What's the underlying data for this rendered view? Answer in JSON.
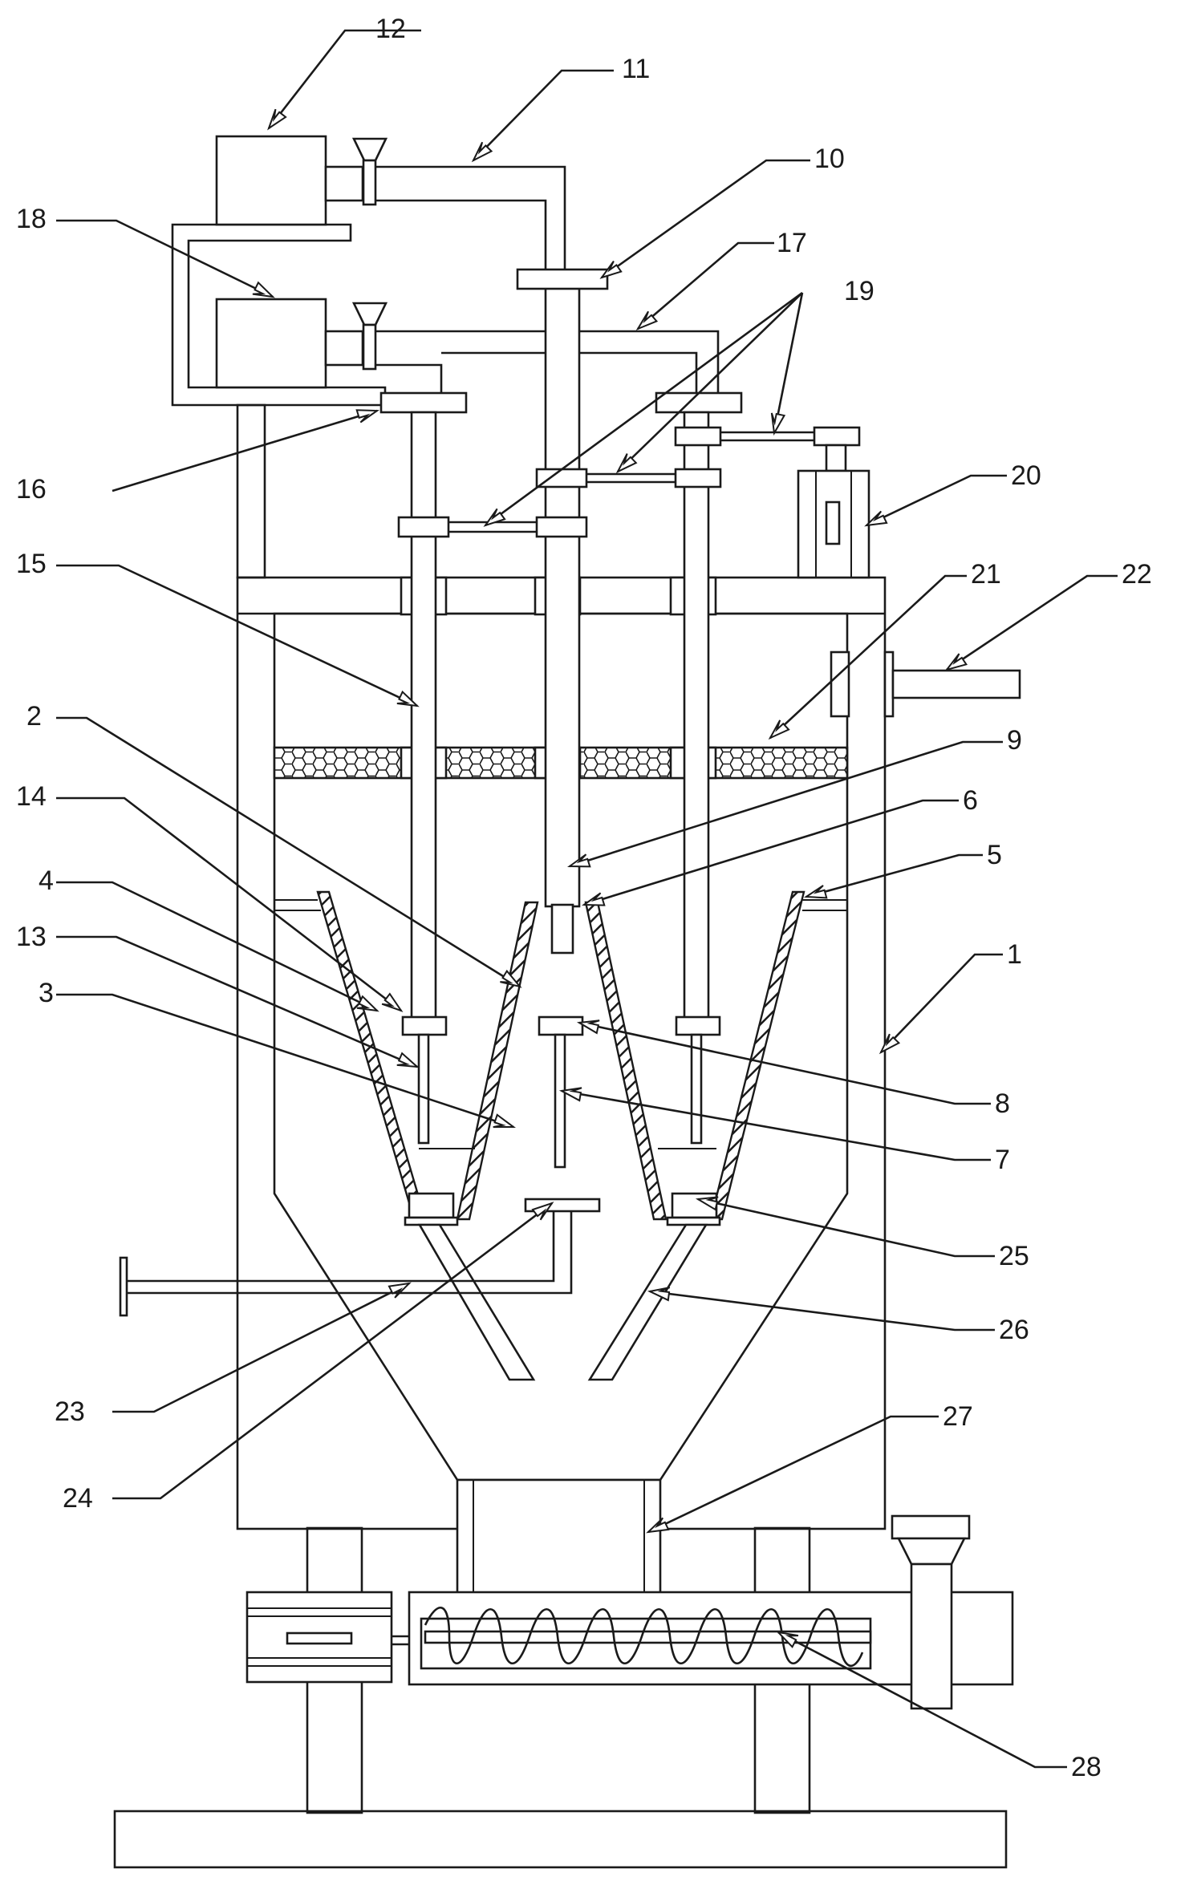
{
  "diagram": {
    "labels": [
      {
        "id": "1",
        "text": "1"
      },
      {
        "id": "2",
        "text": "2"
      },
      {
        "id": "3",
        "text": "3"
      },
      {
        "id": "4",
        "text": "4"
      },
      {
        "id": "5",
        "text": "5"
      },
      {
        "id": "6",
        "text": "6"
      },
      {
        "id": "7",
        "text": "7"
      },
      {
        "id": "8",
        "text": "8"
      },
      {
        "id": "9",
        "text": "9"
      },
      {
        "id": "10",
        "text": "10"
      },
      {
        "id": "11",
        "text": "11"
      },
      {
        "id": "12",
        "text": "12"
      },
      {
        "id": "13",
        "text": "13"
      },
      {
        "id": "14",
        "text": "14"
      },
      {
        "id": "15",
        "text": "15"
      },
      {
        "id": "16",
        "text": "16"
      },
      {
        "id": "17",
        "text": "17"
      },
      {
        "id": "18",
        "text": "18"
      },
      {
        "id": "19",
        "text": "19"
      },
      {
        "id": "20",
        "text": "20"
      },
      {
        "id": "21",
        "text": "21"
      },
      {
        "id": "22",
        "text": "22"
      },
      {
        "id": "23",
        "text": "23"
      },
      {
        "id": "24",
        "text": "24"
      },
      {
        "id": "25",
        "text": "25"
      },
      {
        "id": "26",
        "text": "26"
      },
      {
        "id": "27",
        "text": "27"
      },
      {
        "id": "28",
        "text": "28"
      }
    ]
  }
}
